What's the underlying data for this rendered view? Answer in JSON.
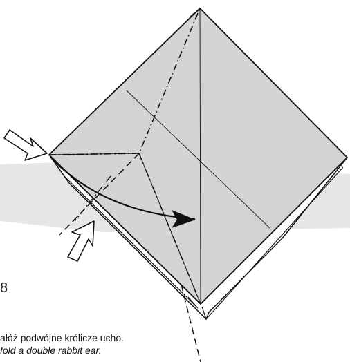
{
  "step": {
    "number": "8"
  },
  "caption": {
    "polish": "ałóż podwójne królicze ucho.",
    "english": "fold a double rabbit ear."
  },
  "colors": {
    "paper_top": "#d4d4d4",
    "paper_back": "#ffffff",
    "band": "#e6e6e6",
    "line": "#111111"
  },
  "icons": [
    "push-arrow-icon",
    "fold-arrow-icon"
  ]
}
